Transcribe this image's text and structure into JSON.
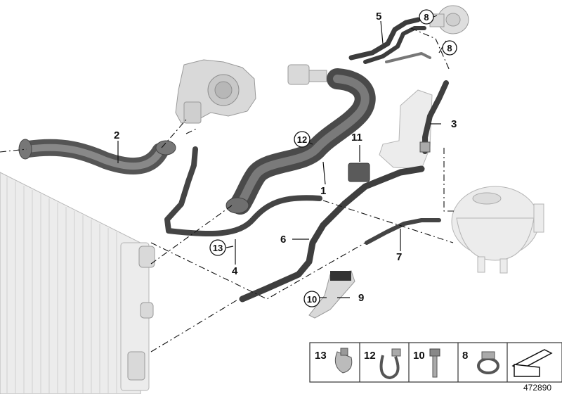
{
  "callouts": {
    "c1": "1",
    "c2": "2",
    "c3": "3",
    "c4": "4",
    "c5": "5",
    "c6": "6",
    "c7": "7",
    "c8a": "8",
    "c8b": "8",
    "c9": "9",
    "c10": "10",
    "c11": "11",
    "c12": "12",
    "c13": "13"
  },
  "legend": {
    "l13": "13",
    "l12": "12",
    "l10": "10",
    "l8": "8"
  },
  "reference_number": "472890"
}
